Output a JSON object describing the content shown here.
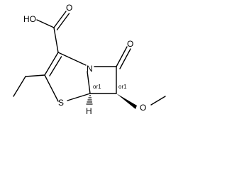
{
  "atoms": {
    "ho": "HO",
    "o_carbonyl_acid": "O",
    "n": "N",
    "o_lactam": "O",
    "s": "S",
    "o_ether": "O",
    "h": "H"
  },
  "stereo_labels": {
    "c5": "or1",
    "c6": "or1"
  }
}
